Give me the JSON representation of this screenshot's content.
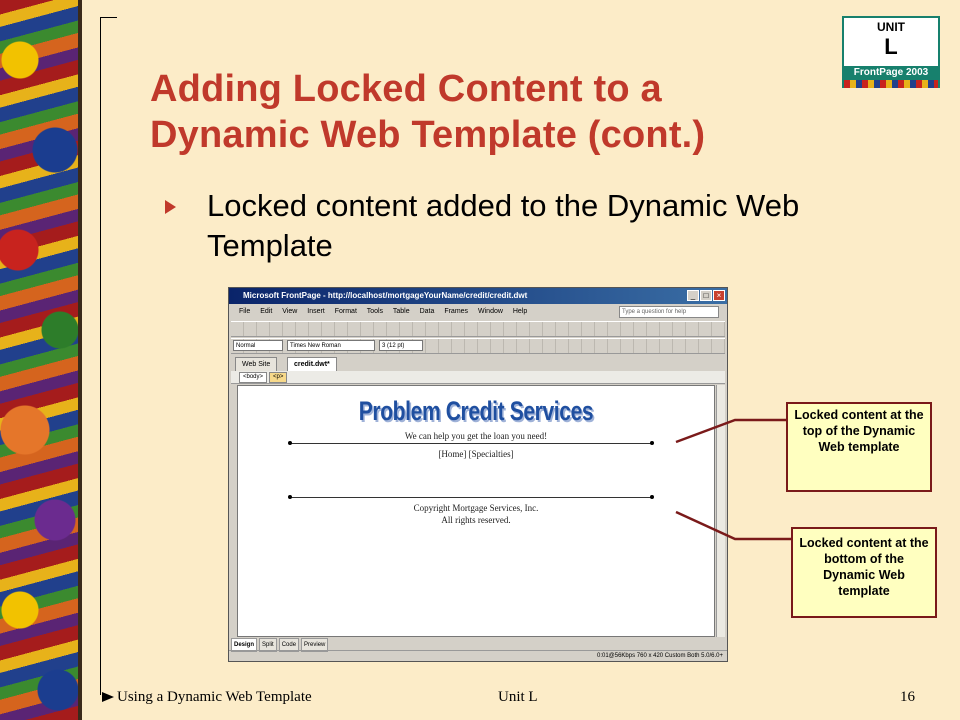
{
  "badge": {
    "unit_label": "UNIT",
    "unit_letter": "L",
    "product": "FrontPage 2003"
  },
  "title": "Adding Locked Content to a Dynamic Web Template (cont.)",
  "bullets": [
    "Locked content added to the Dynamic Web Template"
  ],
  "screenshot": {
    "window_title": "Microsoft FrontPage - http://localhost/mortgageYourName/credit/credit.dwt",
    "menu": [
      "File",
      "Edit",
      "View",
      "Insert",
      "Format",
      "Tools",
      "Table",
      "Data",
      "Frames",
      "Window",
      "Help"
    ],
    "help_placeholder": "Type a question for help",
    "style_value": "Normal",
    "font_value": "Times New Roman",
    "size_value": "3  (12 pt)",
    "tabs": [
      "Web Site",
      "credit.dwt*"
    ],
    "tags": [
      "<body>",
      "<p>"
    ],
    "page": {
      "heading": "Problem Credit Services",
      "tagline": "We can help you get the loan you need!",
      "nav": "[Home] [Specialties]",
      "copyright": "Copyright Mortgage Services, Inc.",
      "rights": "All rights reserved."
    },
    "view_tabs": [
      "Design",
      "Split",
      "Code",
      "Preview"
    ],
    "status": "0:01@56Kbps   760 x 420   Custom   Both 5.0/6.0+"
  },
  "callouts": {
    "top": "Locked content at the top of the Dynamic Web template",
    "bottom": "Locked content at the bottom of the Dynamic Web template"
  },
  "footer": {
    "left": "Using a Dynamic Web Template",
    "center": "Unit L",
    "page_number": "16"
  },
  "colors": {
    "background": "#fcecc8",
    "title": "#c0392b",
    "callout_fill": "#ffffc0",
    "callout_border": "#7a1a1a",
    "badge_green": "#17806d"
  }
}
